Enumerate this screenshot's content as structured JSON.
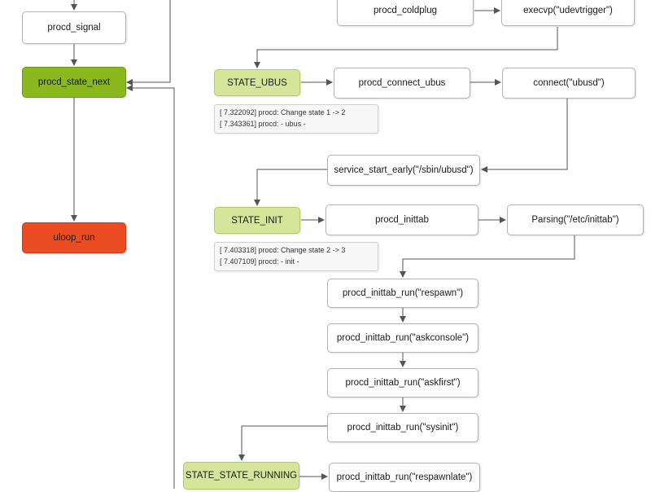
{
  "nodes": {
    "procd_signal": "procd_signal",
    "procd_state_next": "procd_state_next",
    "uloop_run": "uloop_run",
    "procd_coldplug": "procd_coldplug",
    "execvp_udevtrigger": "execvp(\"udevtrigger\")",
    "state_ubus": "STATE_UBUS",
    "procd_connect_ubus": "procd_connect_ubus",
    "connect_ubusd": "connect(\"ubusd\")",
    "service_start_early": "service_start_early(\"/sbin/ubusd\")",
    "state_init": "STATE_INIT",
    "procd_inittab": "procd_inittab",
    "parsing_inittab": "Parsing(\"/etc/inittab\")",
    "run_respawn": "procd_inittab_run(\"respawn\")",
    "run_askconsole": "procd_inittab_run(\"askconsole\")",
    "run_askfirst": "procd_inittab_run(\"askfirst\")",
    "run_sysinit": "procd_inittab_run(\"sysinit\")",
    "state_running": "STATE_STATE_RUNNING",
    "run_respawnlate": "procd_inittab_run(\"respawnlate\")"
  },
  "logs": {
    "ubus": [
      "[    7.322092] procd: Change state 1 -> 2",
      "[    7.343361] procd: - ubus -"
    ],
    "init": [
      "[    7.403318] procd: Change state 2 -> 3",
      "[    7.407109] procd: - init -"
    ]
  },
  "colors": {
    "state_fill": "#d7e59a",
    "active_state_fill": "#8ab81e",
    "loop_fill": "#ec4c22",
    "edge": "#555555"
  }
}
